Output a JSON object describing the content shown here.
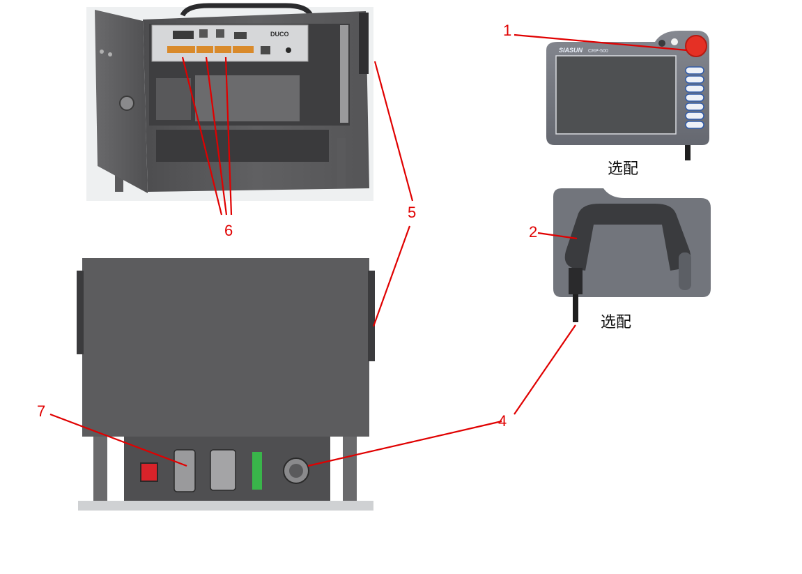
{
  "callout_color": "#e00000",
  "callouts": [
    {
      "id": "1",
      "label": "1"
    },
    {
      "id": "2",
      "label": "2"
    },
    {
      "id": "4",
      "label": "4"
    },
    {
      "id": "5",
      "label": "5"
    },
    {
      "id": "6",
      "label": "6"
    },
    {
      "id": "7",
      "label": "7"
    }
  ],
  "captions": {
    "pendant_front": "选配",
    "pendant_back": "选配"
  },
  "devices": {
    "controller_front_panel": {
      "brand": "DUCO"
    },
    "teach_pendant": {
      "brand": "SIASUN",
      "model": "CRP-500"
    }
  },
  "colors": {
    "cabinet": "#5c5c5e",
    "pendant_frame": "#75787e",
    "screen": "#4e5052",
    "estop": "#e53025",
    "switch": "#d8232a",
    "terminal": "#39b54a"
  }
}
